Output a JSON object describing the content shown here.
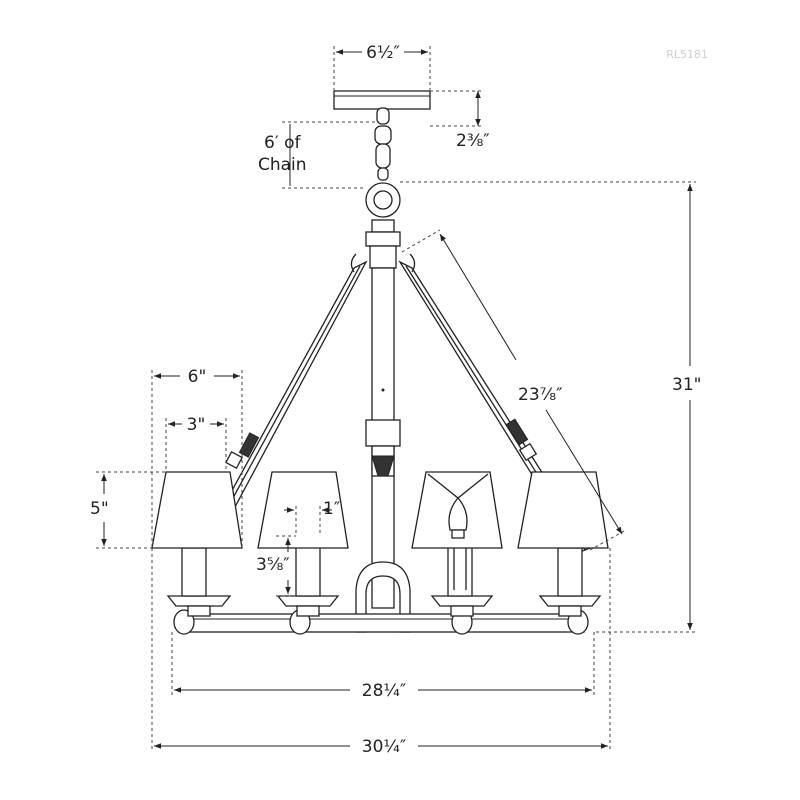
{
  "product_code": "RL5181",
  "dimensions": {
    "canopy_width": "6½″",
    "canopy_height": "2⅜″",
    "chain_length": "6′ of",
    "chain_word": "Chain",
    "arm_length": "23⅞″",
    "overall_height": "31\"",
    "shade_width": "6\"",
    "shade_top": "3\"",
    "shade_height": "5\"",
    "candle_width": "1″",
    "candle_height": "3⅝″",
    "arm_span": "28¼″",
    "overall_width": "30¼″"
  }
}
